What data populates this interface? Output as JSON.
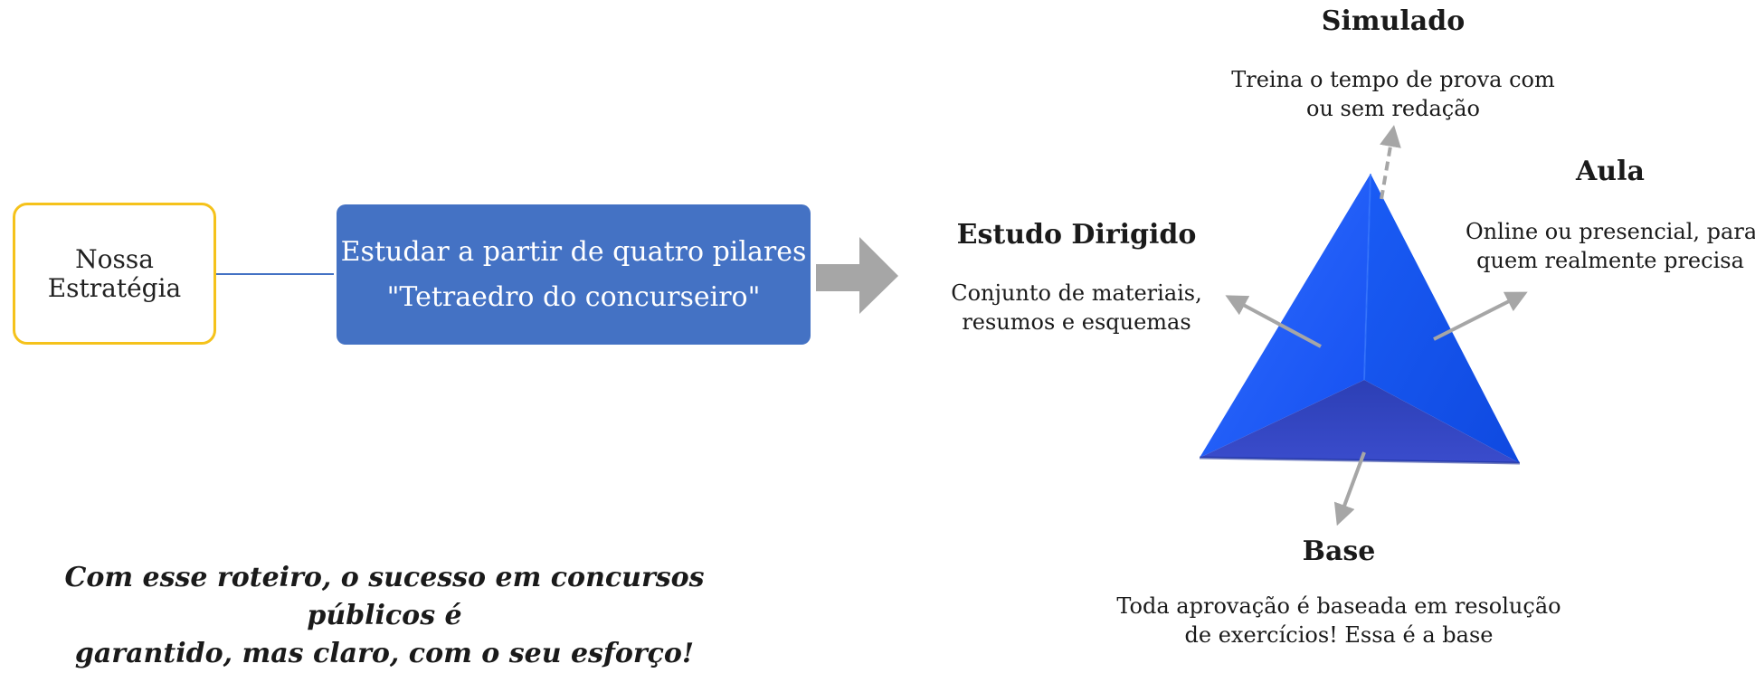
{
  "strategy": {
    "line1": "Nossa",
    "line2": "Estratégia"
  },
  "pillars_box": {
    "line1": "Estudar a partir de quatro pilares",
    "line2": "\"Tetraedro do concurseiro\""
  },
  "tetrahedron": {
    "simulado": {
      "title": "Simulado",
      "desc1": "Treina o tempo de prova com",
      "desc2": "ou sem redação"
    },
    "aula": {
      "title": "Aula",
      "desc1": "Online ou presencial, para",
      "desc2": "quem realmente precisa"
    },
    "estudo_dirigido": {
      "title": "Estudo Dirigido",
      "desc1": "Conjunto de materiais,",
      "desc2": "resumos e esquemas"
    },
    "base": {
      "title": "Base",
      "desc1": "Toda aprovação é baseada em resolução",
      "desc2": "de exercícios! Essa é a base"
    }
  },
  "quote": {
    "line1": "Com esse roteiro, o sucesso em concursos públicos é",
    "line2": "garantido, mas claro, com o seu esforço!"
  },
  "colors": {
    "box_border": "#f5c21b",
    "box_fill": "#4472c4",
    "arrow": "#a6a6a6",
    "tetra_blue": "#1f5fff"
  }
}
